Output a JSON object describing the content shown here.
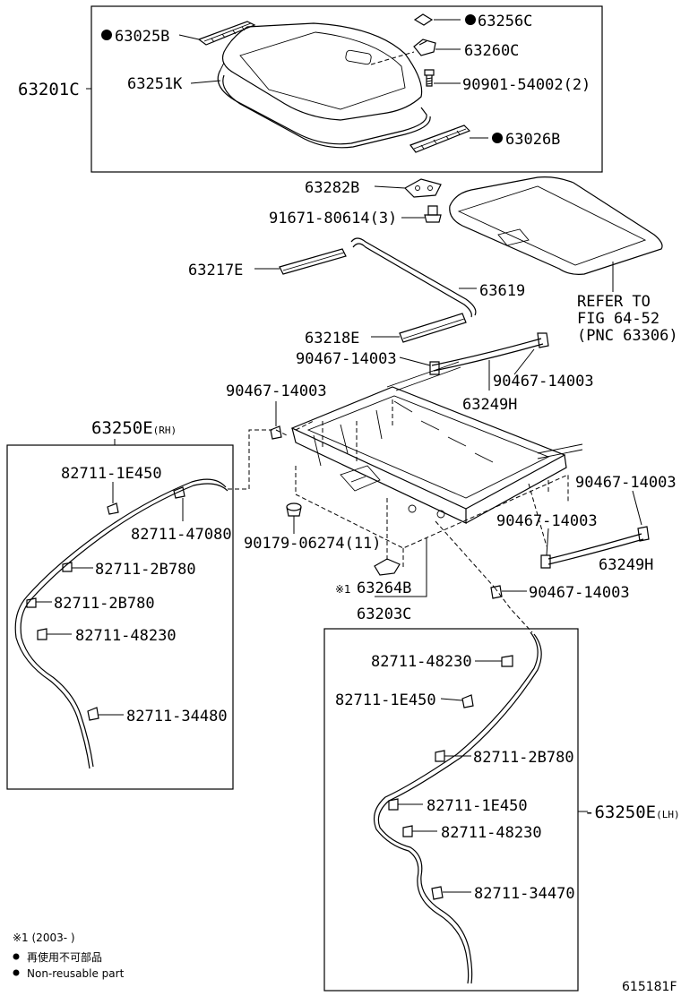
{
  "figure_id": "615181F",
  "groups": {
    "63201C": "63201C",
    "rh_harness": "63250E",
    "rh_tag": "(RH)",
    "lh_harness": "-63250E",
    "lh_tag": "(LH)",
    "frame": "63203C"
  },
  "parts": {
    "p63025B": "63025B",
    "p63251K": "63251K",
    "p63256C": "63256C",
    "p63260C": "63260C",
    "p90901": "90901-54002(2)",
    "p63026B": "63026B",
    "p63282B": "63282B",
    "p91671": "91671-80614(3)",
    "p63217E": "63217E",
    "p63619": "63619",
    "p63218E": "63218E",
    "p90467_a": "90467-14003",
    "p90467_b": "90467-14003",
    "p63249H_a": "63249H",
    "p90467_c": "90467-14003",
    "p90467_d": "90467-14003",
    "p90467_e": "90467-14003",
    "p63249H_b": "63249H",
    "p90179": "90179-06274(11)",
    "p63264B": "63264B",
    "p63264B_mark": "※1",
    "p90467_f": "90467-14003"
  },
  "refer": {
    "line1": "REFER TO",
    "line2": "FIG 64-52",
    "line3": "(PNC 63306)"
  },
  "rh_clips": [
    "82711-1E450",
    "82711-47080",
    "82711-2B780",
    "82711-2B780",
    "82711-48230",
    "82711-34480"
  ],
  "lh_clips": [
    "82711-48230",
    "82711-1E450",
    "82711-2B780",
    "82711-1E450",
    "82711-48230",
    "82711-34470"
  ],
  "legend": {
    "footnote": "※1 (2003-      )",
    "nonreusable_jp": "再使用不可部品",
    "nonreusable_en": "Non-reusable part"
  }
}
